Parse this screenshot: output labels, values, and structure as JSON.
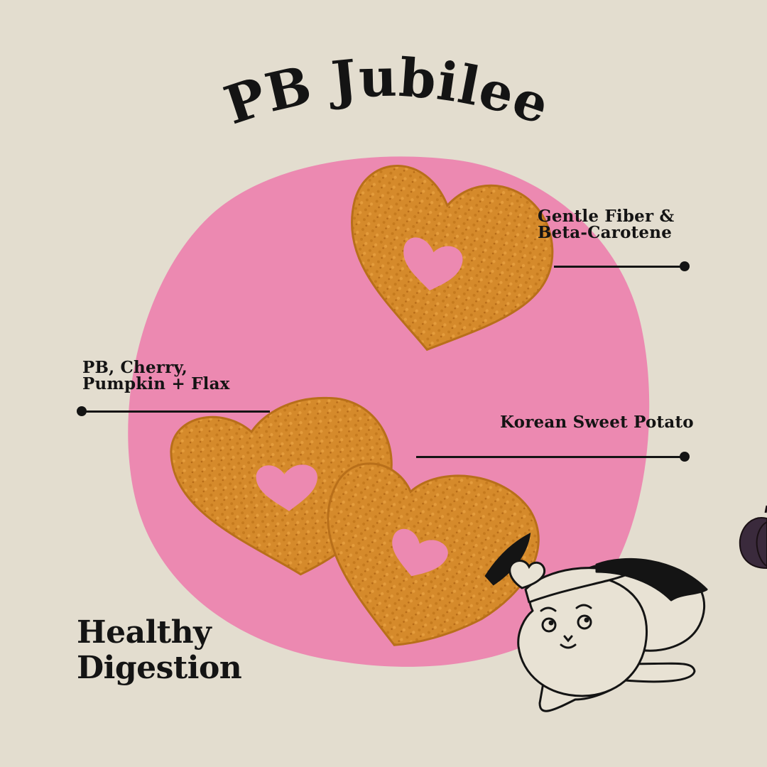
{
  "title": "PB Jubilee",
  "callouts": {
    "fiber": [
      "Gentle Fiber &",
      "Beta-Carotene"
    ],
    "ingredients": [
      "PB, Cherry,",
      "Pumpkin + Flax"
    ],
    "potato": "Korean Sweet Potato"
  },
  "headline": [
    "Healthy",
    "Digestion"
  ],
  "colors": {
    "background": "#e3ddcf",
    "blob": "#ec89b1",
    "treat": "#d4892a",
    "treat_dark": "#b06a16",
    "ink": "#141414"
  },
  "icons": [
    "heart-treat-image",
    "cat-illustration",
    "pumpkin-icon"
  ]
}
